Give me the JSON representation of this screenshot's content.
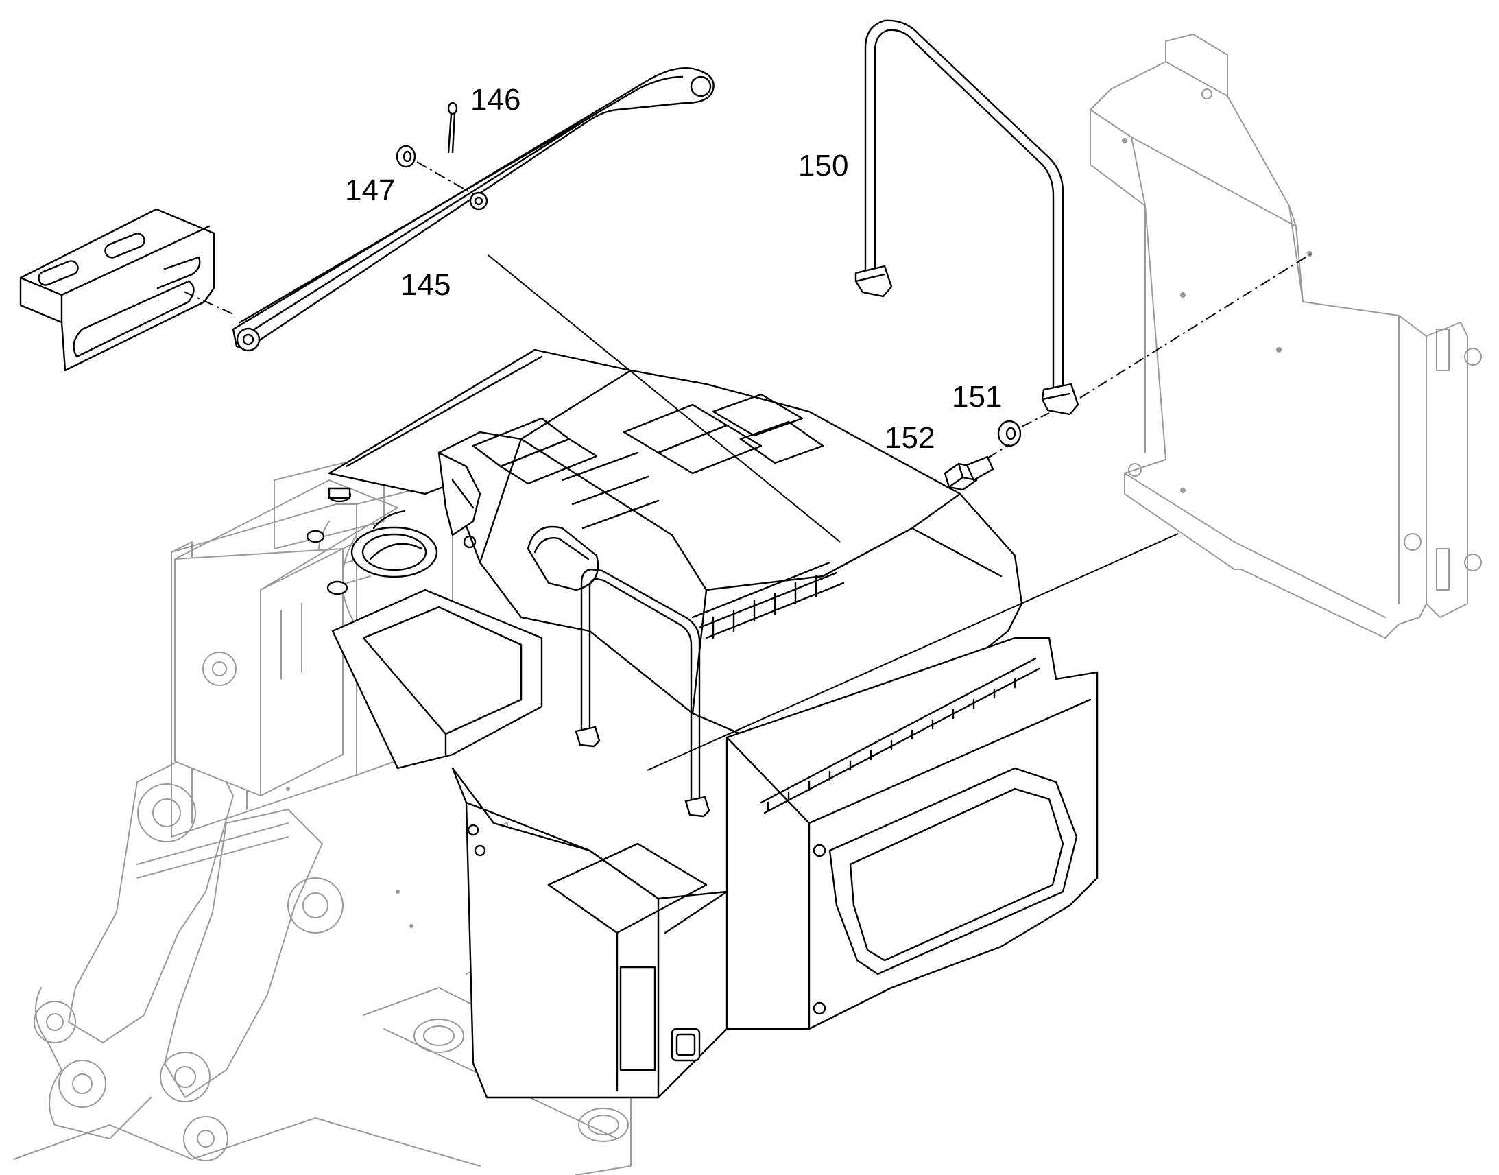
{
  "callouts": {
    "c145": "145",
    "c146": "146",
    "c147": "147",
    "c150": "150",
    "c151": "151",
    "c152": "152"
  },
  "line_colors": {
    "part": "#000000",
    "context": "#9a9a9a",
    "background": "#ffffff"
  }
}
